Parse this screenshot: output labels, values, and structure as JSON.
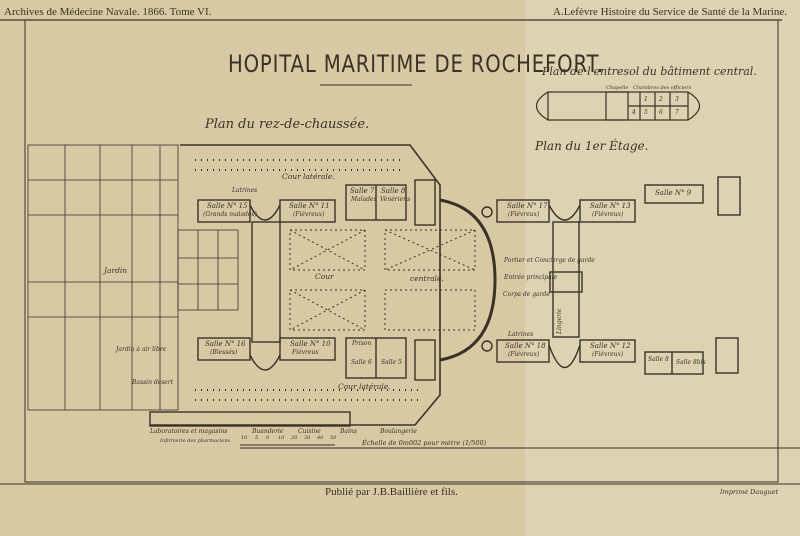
{
  "header": {
    "left": "Archives de Médecine Navale.  1866.  Tome VI.",
    "right": "A.Lefèvre  Histoire du Service de Santé de la Marine."
  },
  "plate": {
    "title": "HOPITAL MARITIME DE ROCHEFORT.",
    "ground_floor_title": "Plan du rez-de-chaussée.",
    "entresol_title": "Plan de l'entresol du bâtiment central.",
    "first_floor_title": "Plan du 1er Étage.",
    "scale": "Échelle de 0m002 pour mètre (1/500)",
    "scale_ticks": [
      "10",
      "5",
      "0",
      "10",
      "20",
      "30",
      "40",
      "50"
    ],
    "publisher": "Publié par J.B.Baillière et fils.",
    "printer": "Imprimé Dauguet"
  },
  "ground_floor": {
    "cour_laterale_top": "Cour latérale.",
    "cour_laterale_bottom": "Cour latérale.",
    "cour": "Cour",
    "centrale": "centrale.",
    "jardin": "Jardin",
    "jardin_air_libre": "Jardin à air libre",
    "bassin": "Bassin désert",
    "salle15": "Salle N° 15",
    "salle15_sub": "(Grands malades)",
    "salle11": "Salle N° 11",
    "salle11_sub": "(Fiévreux)",
    "salle7": "Salle 7",
    "salle7_sub": "Malades",
    "salle8": "Salle 8",
    "salle8_sub": "Vénériens",
    "salle16": "Salle N° 16",
    "salle16_sub": "(Blessés)",
    "salle10": "Salle N° 10",
    "salle10_sub": "Fiévreux",
    "prison": "Prison",
    "salle6": "Salle 6",
    "salle5": "Salle 5",
    "latrines": "Latrines",
    "portier": "Portier et Concierge de garde",
    "entree": "Entrée principale",
    "corps_garde": "Corps de garde",
    "laboratoires": "Laboratoires et magasins",
    "infirmerie": "Infirmerie des pharmaciens",
    "buanderie": "Buanderie",
    "cuisine": "Cuisine",
    "bains": "Bains",
    "boulangerie": "Boulangerie"
  },
  "first_floor": {
    "salle17": "Salle N° 17",
    "salle17_sub": "(Fiévreux)",
    "salle13": "Salle N° 13",
    "salle13_sub": "(Fiévreux)",
    "salle9": "Salle N° 9",
    "salle18": "Salle N° 18",
    "salle18_sub": "(Fiévreux)",
    "salle12": "Salle N° 12",
    "salle12_sub": "(Fiévreux)",
    "salle8s": "Salle 8",
    "salle8bis": "Salle 8bis",
    "lingerie": "Lingerie",
    "latrines": "Latrines"
  },
  "entresol": {
    "chapelle": "Chapelle",
    "chambres": "Chambres des officiers",
    "rooms": [
      "1",
      "2",
      "3",
      "4",
      "5",
      "6",
      "7"
    ]
  }
}
